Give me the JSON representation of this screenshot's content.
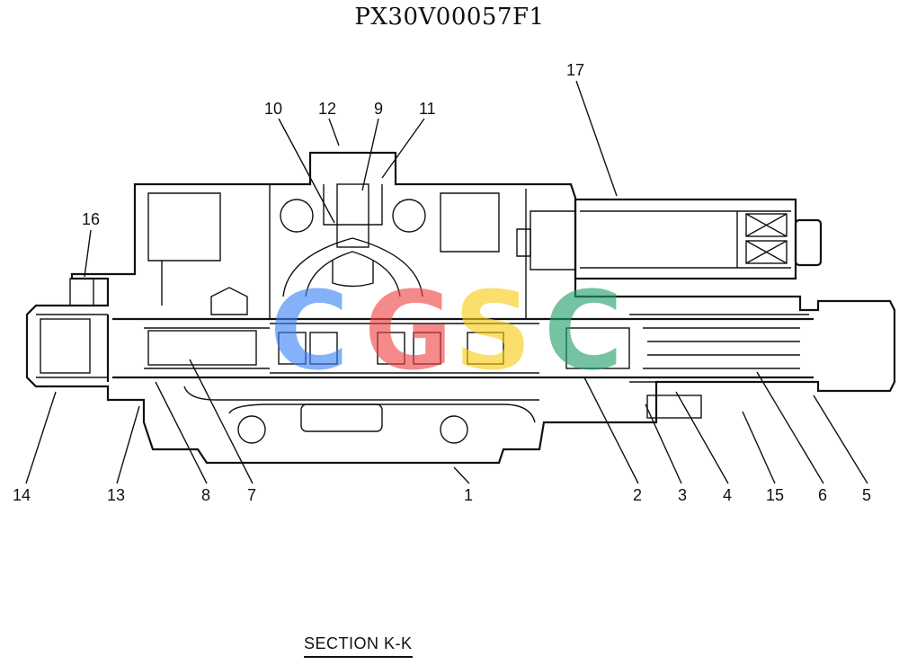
{
  "title": "PX30V00057F1",
  "caption": "SECTION  K-K",
  "watermark": {
    "letters": [
      {
        "char": "C",
        "color": "#3b82f6"
      },
      {
        "char": "G",
        "color": "#ef4444"
      },
      {
        "char": "S",
        "color": "#facc15"
      },
      {
        "char": "C",
        "color": "#22a06b"
      }
    ]
  },
  "callouts": [
    "10",
    "12",
    "9",
    "11",
    "17",
    "16",
    "14",
    "13",
    "8",
    "7",
    "1",
    "2",
    "3",
    "4",
    "15",
    "6",
    "5"
  ]
}
